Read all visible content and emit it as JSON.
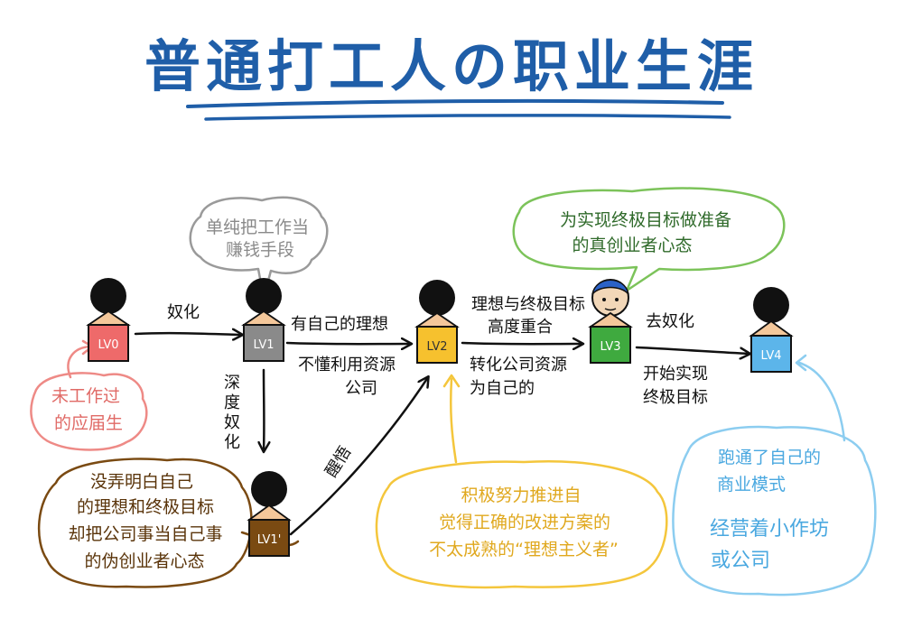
{
  "title": "普通打工人の职业生涯",
  "colors": {
    "title": "#1f5ea8",
    "underline": "#1f5ea8",
    "lv0": "#ee6a6a",
    "lv1": "#8a8a8a",
    "lv2": "#f6c12e",
    "lv3": "#3faa3f",
    "lv4": "#5cb5ea",
    "lv1_prime": "#7a4a12",
    "skin": "#f4c79a",
    "head": "#111111",
    "gray_bubble": "#9a9a9a",
    "pink_bubble": "#ee8a86",
    "green_bubble": "#7cc35a",
    "brown_bubble": "#7a4a12",
    "yellow_bubble": "#f4c63c",
    "blue_bubble": "#8ccdf0"
  },
  "figures": {
    "lv0": "LV0",
    "lv1": "LV1",
    "lv2": "LV2",
    "lv3": "LV3",
    "lv4": "LV4",
    "lv1_prime": "LV1'"
  },
  "edges": {
    "lv0_lv1": "奴化",
    "lv1_lv2_top": "有自己的理想",
    "lv1_lv2_bottom": [
      "不懂利用资源",
      "公司"
    ],
    "lv1_down": [
      "深",
      "度",
      "奴",
      "化"
    ],
    "lv1p_lv2": "醒悟",
    "lv2_lv3_top": [
      "理想与终极目标",
      "高度重合"
    ],
    "lv2_lv3_bottom": [
      "转化公司资源",
      "为自己的"
    ],
    "lv3_lv4_top": "去奴化",
    "lv3_lv4_bottom": [
      "开始实现",
      "终极目标"
    ]
  },
  "bubbles": {
    "gray": [
      "单纯把工作当",
      "赚钱手段"
    ],
    "pink": [
      "未工作过",
      "的应届生"
    ],
    "green": [
      "为实现终极目标做准备",
      "的真创业者心态"
    ],
    "brown": [
      "没弄明白自己",
      "的理想和终极目标",
      "却把公司事当自己事",
      "的伪创业者心态"
    ],
    "yellow": [
      "积极努力推进自",
      "觉得正确的改进方案的",
      "不太成熟的“理想主义者”"
    ],
    "blue": [
      "跑通了自己的",
      "商业模式",
      "经营着小作坊",
      "或公司"
    ]
  }
}
